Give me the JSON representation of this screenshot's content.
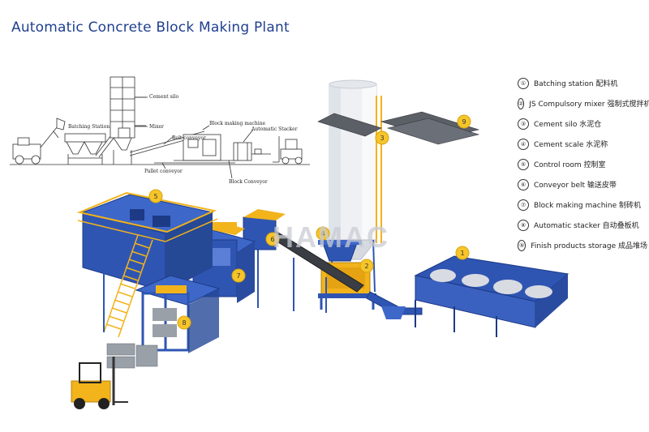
{
  "title": "Automatic Concrete Block Making Plant",
  "legend": [
    {
      "num": "①",
      "label": "Batching station 配料机"
    },
    {
      "num": "②",
      "label": "JS Compulsory mixer 强制式搅拌机"
    },
    {
      "num": "③",
      "label": "Cement silo 水泥仓"
    },
    {
      "num": "④",
      "label": "Cement scale 水泥称"
    },
    {
      "num": "⑤",
      "label": "Control room 控制室"
    },
    {
      "num": "⑥",
      "label": "Conveyor belt 输送皮带"
    },
    {
      "num": "⑦",
      "label": "Block making machine 制砖机"
    },
    {
      "num": "⑧",
      "label": "Automatic stacker 自动叠板机"
    },
    {
      "num": "⑨",
      "label": "Finish products storage 成品堆场"
    }
  ],
  "schematic_labels": {
    "cement_silo": "Cement silo",
    "mixer": "Mixer",
    "batching_station": "Batching Station",
    "belt_conveyor": "Belt conveyor",
    "block_making_machine": "Block making machine",
    "automatic_stacker": "Automatic Stacker",
    "pallet_conveyor": "Pallet conveyor",
    "block_conveyor": "Block Conveyor"
  },
  "tags": [
    "1",
    "2",
    "3",
    "4",
    "5",
    "6",
    "7",
    "8",
    "9"
  ],
  "watermark": "HAMAC",
  "colors": {
    "title": "#1f3f8f",
    "machine_blue": "#2f55b3",
    "tag_yellow": "#f6c52a",
    "rail_yellow": "#f2b31b",
    "silo": "#eef0f3"
  }
}
